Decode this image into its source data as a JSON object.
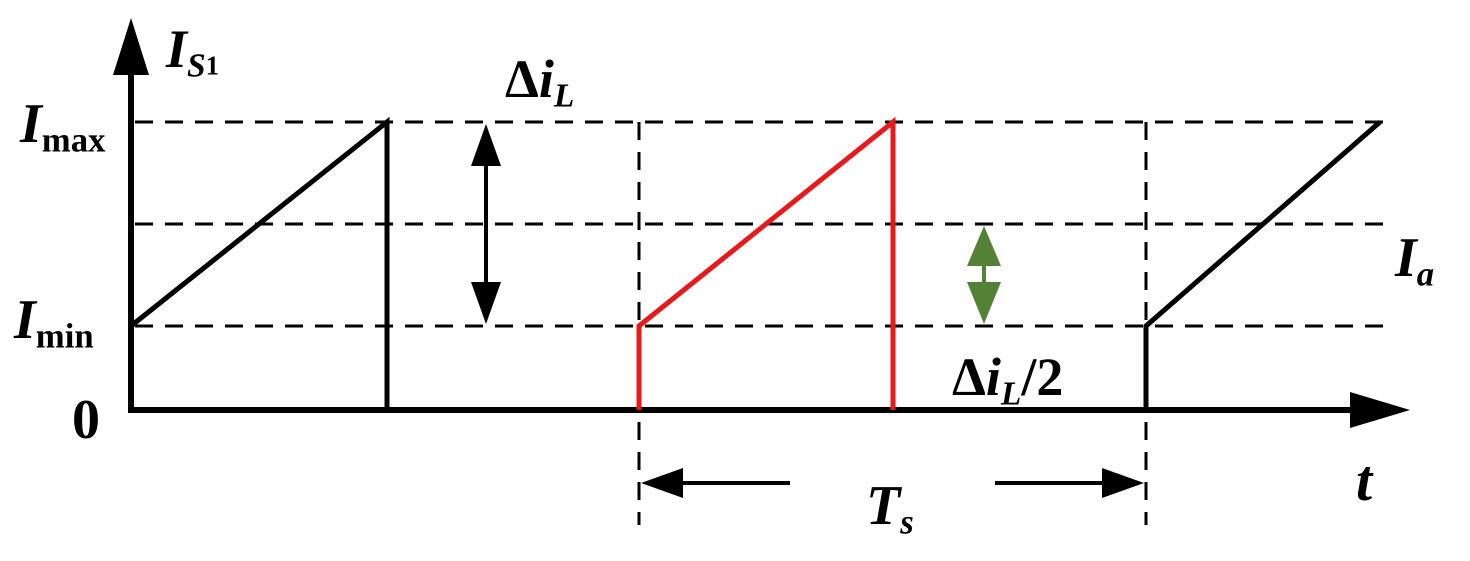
{
  "labels": {
    "y_axis": {
      "main": "I",
      "sub": "S",
      "subnum": "1"
    },
    "i_max": {
      "main": "I",
      "sub": "max"
    },
    "i_min": {
      "main": "I",
      "sub": "min"
    },
    "zero": "0",
    "delta_il": {
      "delta": "Δ",
      "i": "i",
      "sub": "L"
    },
    "delta_il_half": {
      "delta": "Δ",
      "i": "i",
      "sub": "L",
      "tail": "/2"
    },
    "i_a": {
      "main": "I",
      "sub": "a"
    },
    "t": "t",
    "t_s": {
      "main": "T",
      "sub": "s"
    }
  },
  "colors": {
    "waveform": "#000000",
    "highlight_period": "#e8191a",
    "ripple_arrow": "#538135",
    "dashed": "#000000"
  }
}
